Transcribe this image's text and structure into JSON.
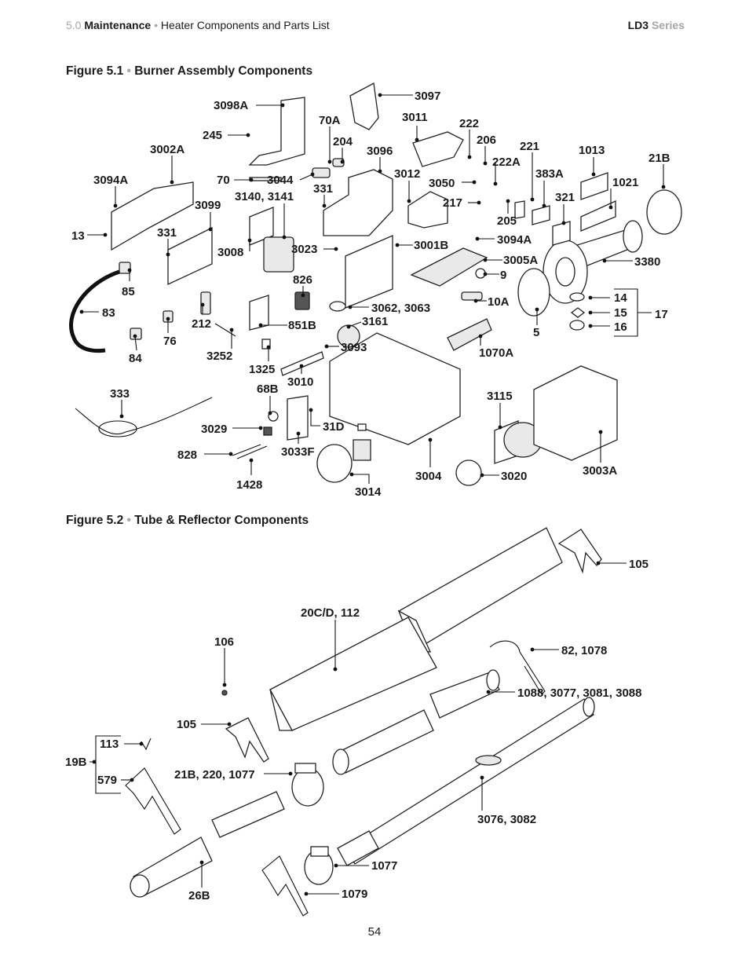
{
  "header": {
    "section_number": "5.0",
    "section_name": "Maintenance",
    "separator": "•",
    "subsection": "Heater Components and Parts List",
    "series_name": "LD3",
    "series_suffix": "Series"
  },
  "figures": [
    {
      "number": "Figure 5.1",
      "separator": "•",
      "title": "Burner Assembly Components",
      "callouts": [
        "3098A",
        "3097",
        "245",
        "70A",
        "3011",
        "222",
        "206",
        "222A",
        "204",
        "3002A",
        "3096",
        "221",
        "1013",
        "21B",
        "70",
        "3044",
        "3012",
        "3050",
        "383A",
        "3094A",
        "331",
        "3140, 3141",
        "217",
        "321",
        "1021",
        "3099",
        "205",
        "13",
        "331",
        "3094A",
        "3008",
        "3023",
        "3001B",
        "3005A",
        "3380",
        "85",
        "826",
        "9",
        "10A",
        "83",
        "3062, 3063",
        "14",
        "15",
        "17",
        "16",
        "212",
        "851B",
        "3161",
        "5",
        "76",
        "84",
        "3252",
        "3093",
        "1070A",
        "1325",
        "3010",
        "68B",
        "333",
        "3115",
        "31D",
        "3029",
        "828",
        "3033F",
        "3004",
        "3020",
        "3003A",
        "1428",
        "3014"
      ]
    },
    {
      "number": "Figure 5.2",
      "separator": "•",
      "title": "Tube & Reflector Components",
      "callouts": [
        "105",
        "20C/D, 112",
        "106",
        "82, 1078",
        "1088, 3077, 3081, 3088",
        "105",
        "113",
        "19B",
        "21B, 220, 1077",
        "579",
        "3076, 3082",
        "1077",
        "26B",
        "1079"
      ]
    }
  ],
  "page_number": "54"
}
